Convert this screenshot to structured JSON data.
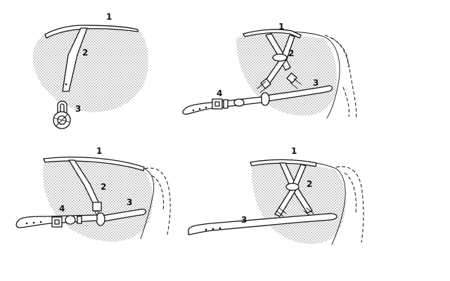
{
  "panels": [
    {
      "id": "top-left",
      "labels": [
        "1",
        "2",
        "3"
      ]
    },
    {
      "id": "top-right",
      "labels": [
        "1",
        "2",
        "3",
        "4"
      ]
    },
    {
      "id": "bottom-left",
      "labels": [
        "1",
        "2",
        "3",
        "4"
      ]
    },
    {
      "id": "bottom-right",
      "labels": [
        "1",
        "2",
        "3"
      ]
    }
  ],
  "colors": {
    "ink": "#111111",
    "stipple": "#9a9a9a",
    "background": "#ffffff"
  },
  "icons": [
    "stippled-horse-shoulder",
    "leather-strap",
    "buckle",
    "padlock",
    "mane"
  ]
}
